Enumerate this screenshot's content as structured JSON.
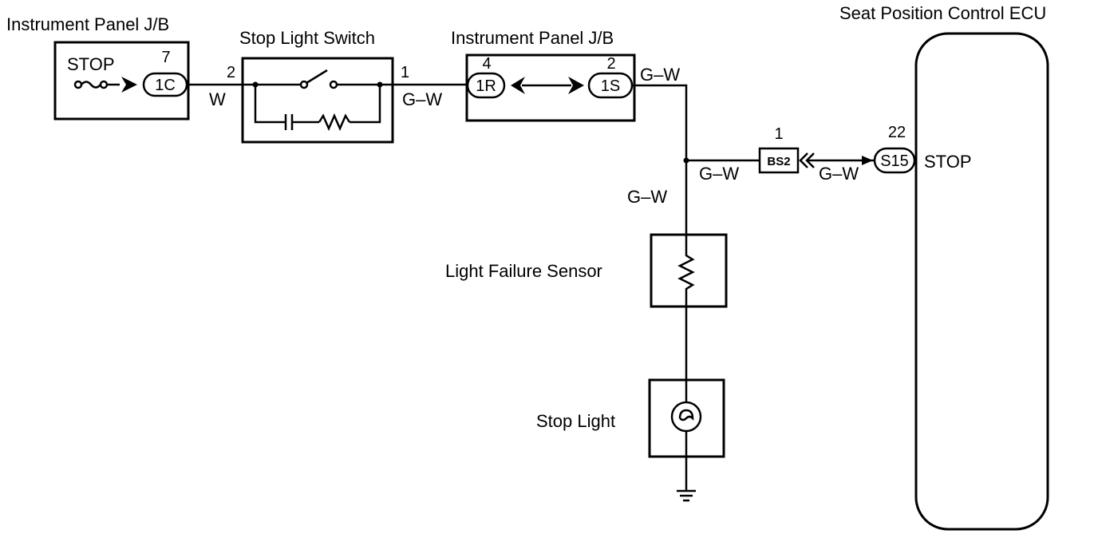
{
  "labels": {
    "jb_left": "Instrument Panel J/B",
    "stop_switch": "Stop Light Switch",
    "jb_mid": "Instrument Panel J/B",
    "ecu": "Seat Position Control ECU",
    "light_failure": "Light Failure Sensor",
    "stop_light": "Stop Light",
    "fuse_stop": "STOP",
    "ecu_stop": "STOP"
  },
  "connectors": {
    "c1": {
      "id": "1C",
      "pin": "7"
    },
    "c2": {
      "id": "1R",
      "pin": "4"
    },
    "c3": {
      "id": "1S",
      "pin": "2"
    },
    "c4": {
      "id": "BS2",
      "pin": "1"
    },
    "c5": {
      "id": "S15",
      "pin": "22"
    }
  },
  "pins": {
    "switch_in": "2",
    "switch_out": "1"
  },
  "wires": {
    "w1": "W",
    "w2": "G–W",
    "w3": "G–W",
    "w4": "G–W",
    "w5": "G–W",
    "w6": "G–W"
  }
}
